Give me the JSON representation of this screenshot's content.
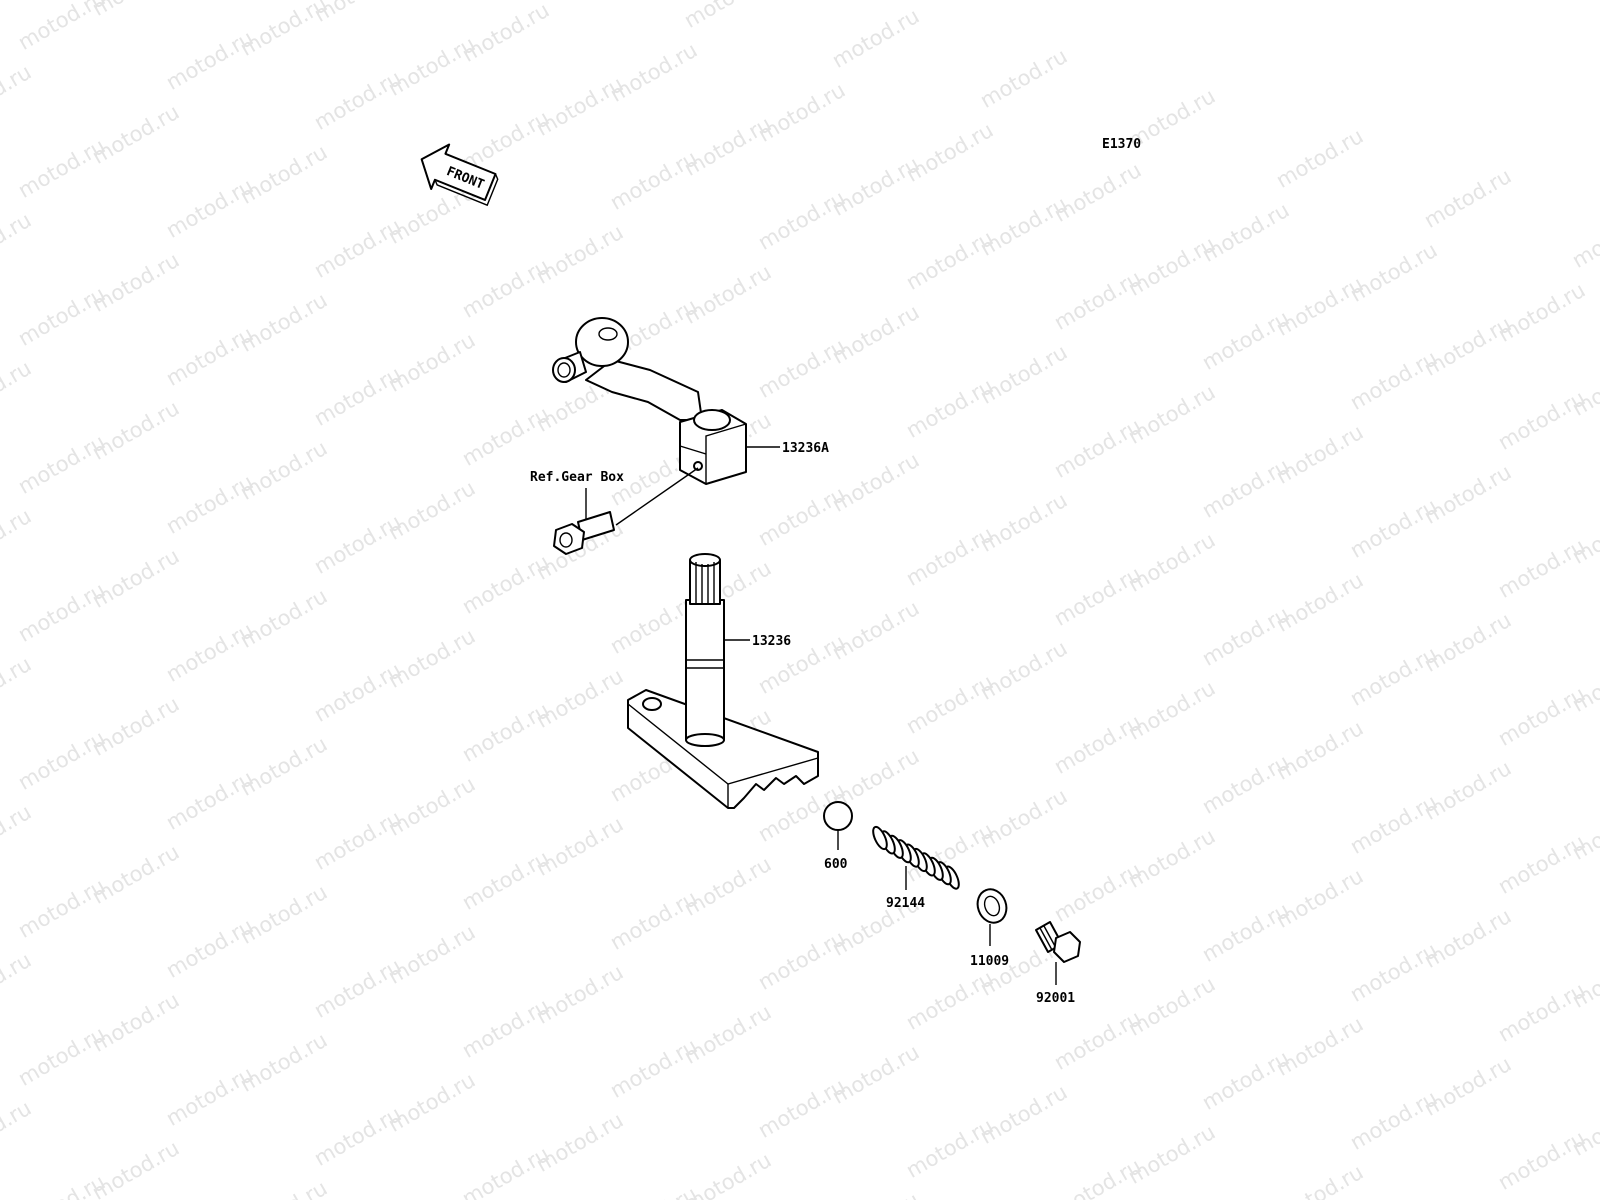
{
  "diagram": {
    "code": "E1370",
    "direction_label": "FRONT",
    "watermark": "motod.ru",
    "labels": {
      "shift_lever": "13236A",
      "bolt_ref": "Ref.Gear Box",
      "shift_shaft": "13236",
      "ball": "600",
      "spring": "92144",
      "washer": "11009",
      "plug": "92001"
    }
  }
}
